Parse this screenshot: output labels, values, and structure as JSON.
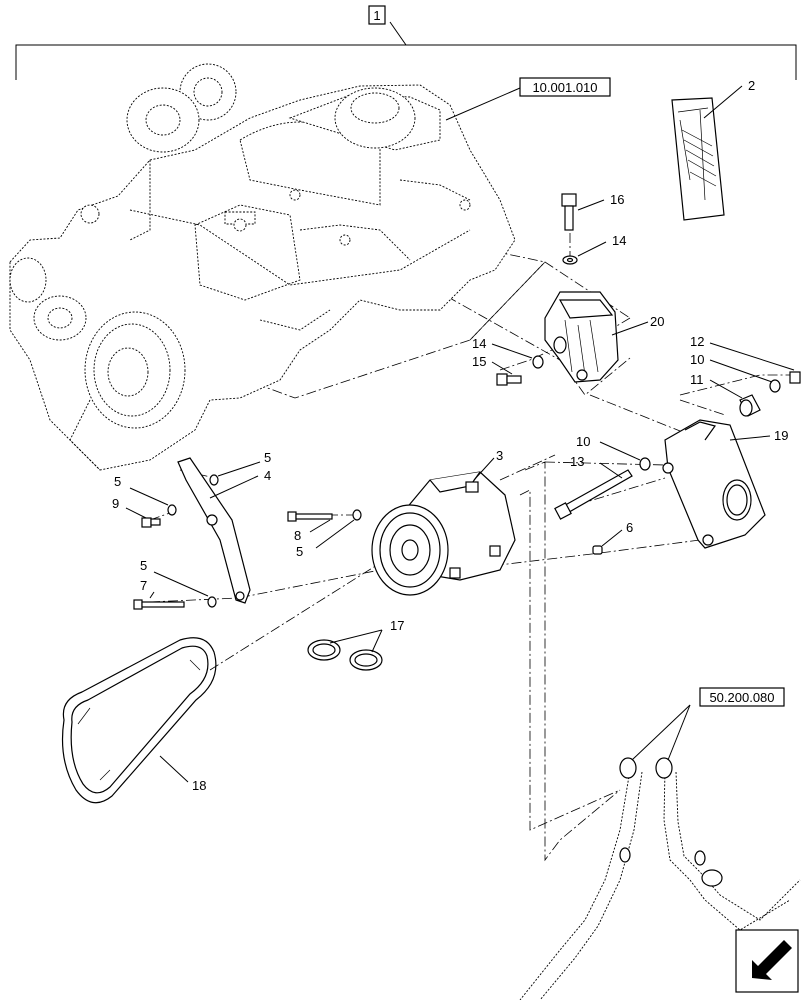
{
  "assembly_label": "1",
  "refs": {
    "engine": "10.001.010",
    "hoses": "50.200.080"
  },
  "callouts": {
    "c2": "2",
    "c3": "3",
    "c4": "4",
    "c5a": "5",
    "c5b": "5",
    "c5c": "5",
    "c5d": "5",
    "c6": "6",
    "c7": "7",
    "c8": "8",
    "c9": "9",
    "c10a": "10",
    "c10b": "10",
    "c11": "11",
    "c12": "12",
    "c13": "13",
    "c14a": "14",
    "c14b": "14",
    "c15": "15",
    "c16": "16",
    "c17": "17",
    "c18": "18",
    "c19": "19",
    "c20": "20"
  },
  "icons": {
    "nav": "arrow-down-left-icon",
    "manual": "manual-booklet-icon"
  }
}
